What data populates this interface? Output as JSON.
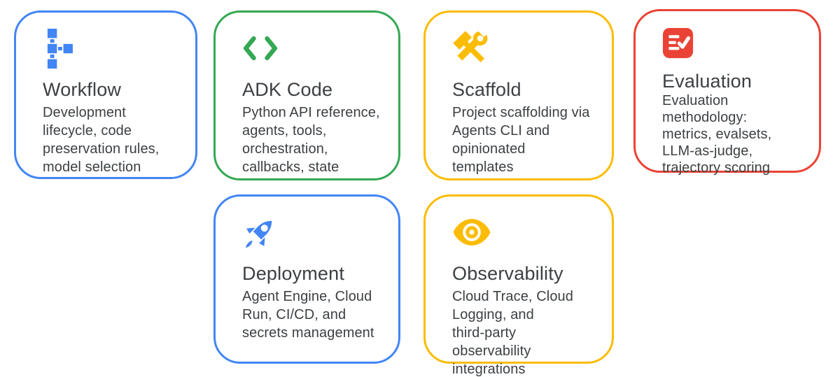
{
  "page": {
    "background": "#ffffff"
  },
  "colors": {
    "blue": "#4285F4",
    "green": "#34A853",
    "yellow": "#FBBC05",
    "red": "#EA4335",
    "title_text": "#3c4043",
    "body_text": "#3c4043"
  },
  "cards": [
    {
      "id": "workflow",
      "title": "Workflow",
      "description": "Development\nlifecycle, code\npreservation rules,\nmodel selection",
      "accent": "#4285F4",
      "icon": "workflow-tree-icon"
    },
    {
      "id": "adk",
      "title": "ADK Code",
      "description": "Python API reference,\nagents, tools,\norchestration,\ncallbacks, state",
      "accent": "#34A853",
      "icon": "code-brackets-icon"
    },
    {
      "id": "scaffold",
      "title": "Scaffold",
      "description": "Project scaffolding via\nAgents CLI and\nopinionated\ntemplates",
      "accent": "#FBBC05",
      "icon": "hammer-wrench-icon"
    },
    {
      "id": "evaluation",
      "title": "Evaluation",
      "description": "Evaluation\nmethodology:\nmetrics, evalsets,\nLLM-as-judge,\ntrajectory scoring",
      "accent": "#EA4335",
      "icon": "checklist-check-icon"
    },
    {
      "id": "deployment",
      "title": "Deployment",
      "description": "Agent Engine, Cloud\nRun, CI/CD, and\nsecrets management",
      "accent": "#4285F4",
      "icon": "rocket-icon"
    },
    {
      "id": "observability",
      "title": "Observability",
      "description": "Cloud Trace, Cloud\nLogging, and\nthird-party\nobservability\nintegrations",
      "accent": "#FBBC05",
      "icon": "eye-icon"
    }
  ]
}
